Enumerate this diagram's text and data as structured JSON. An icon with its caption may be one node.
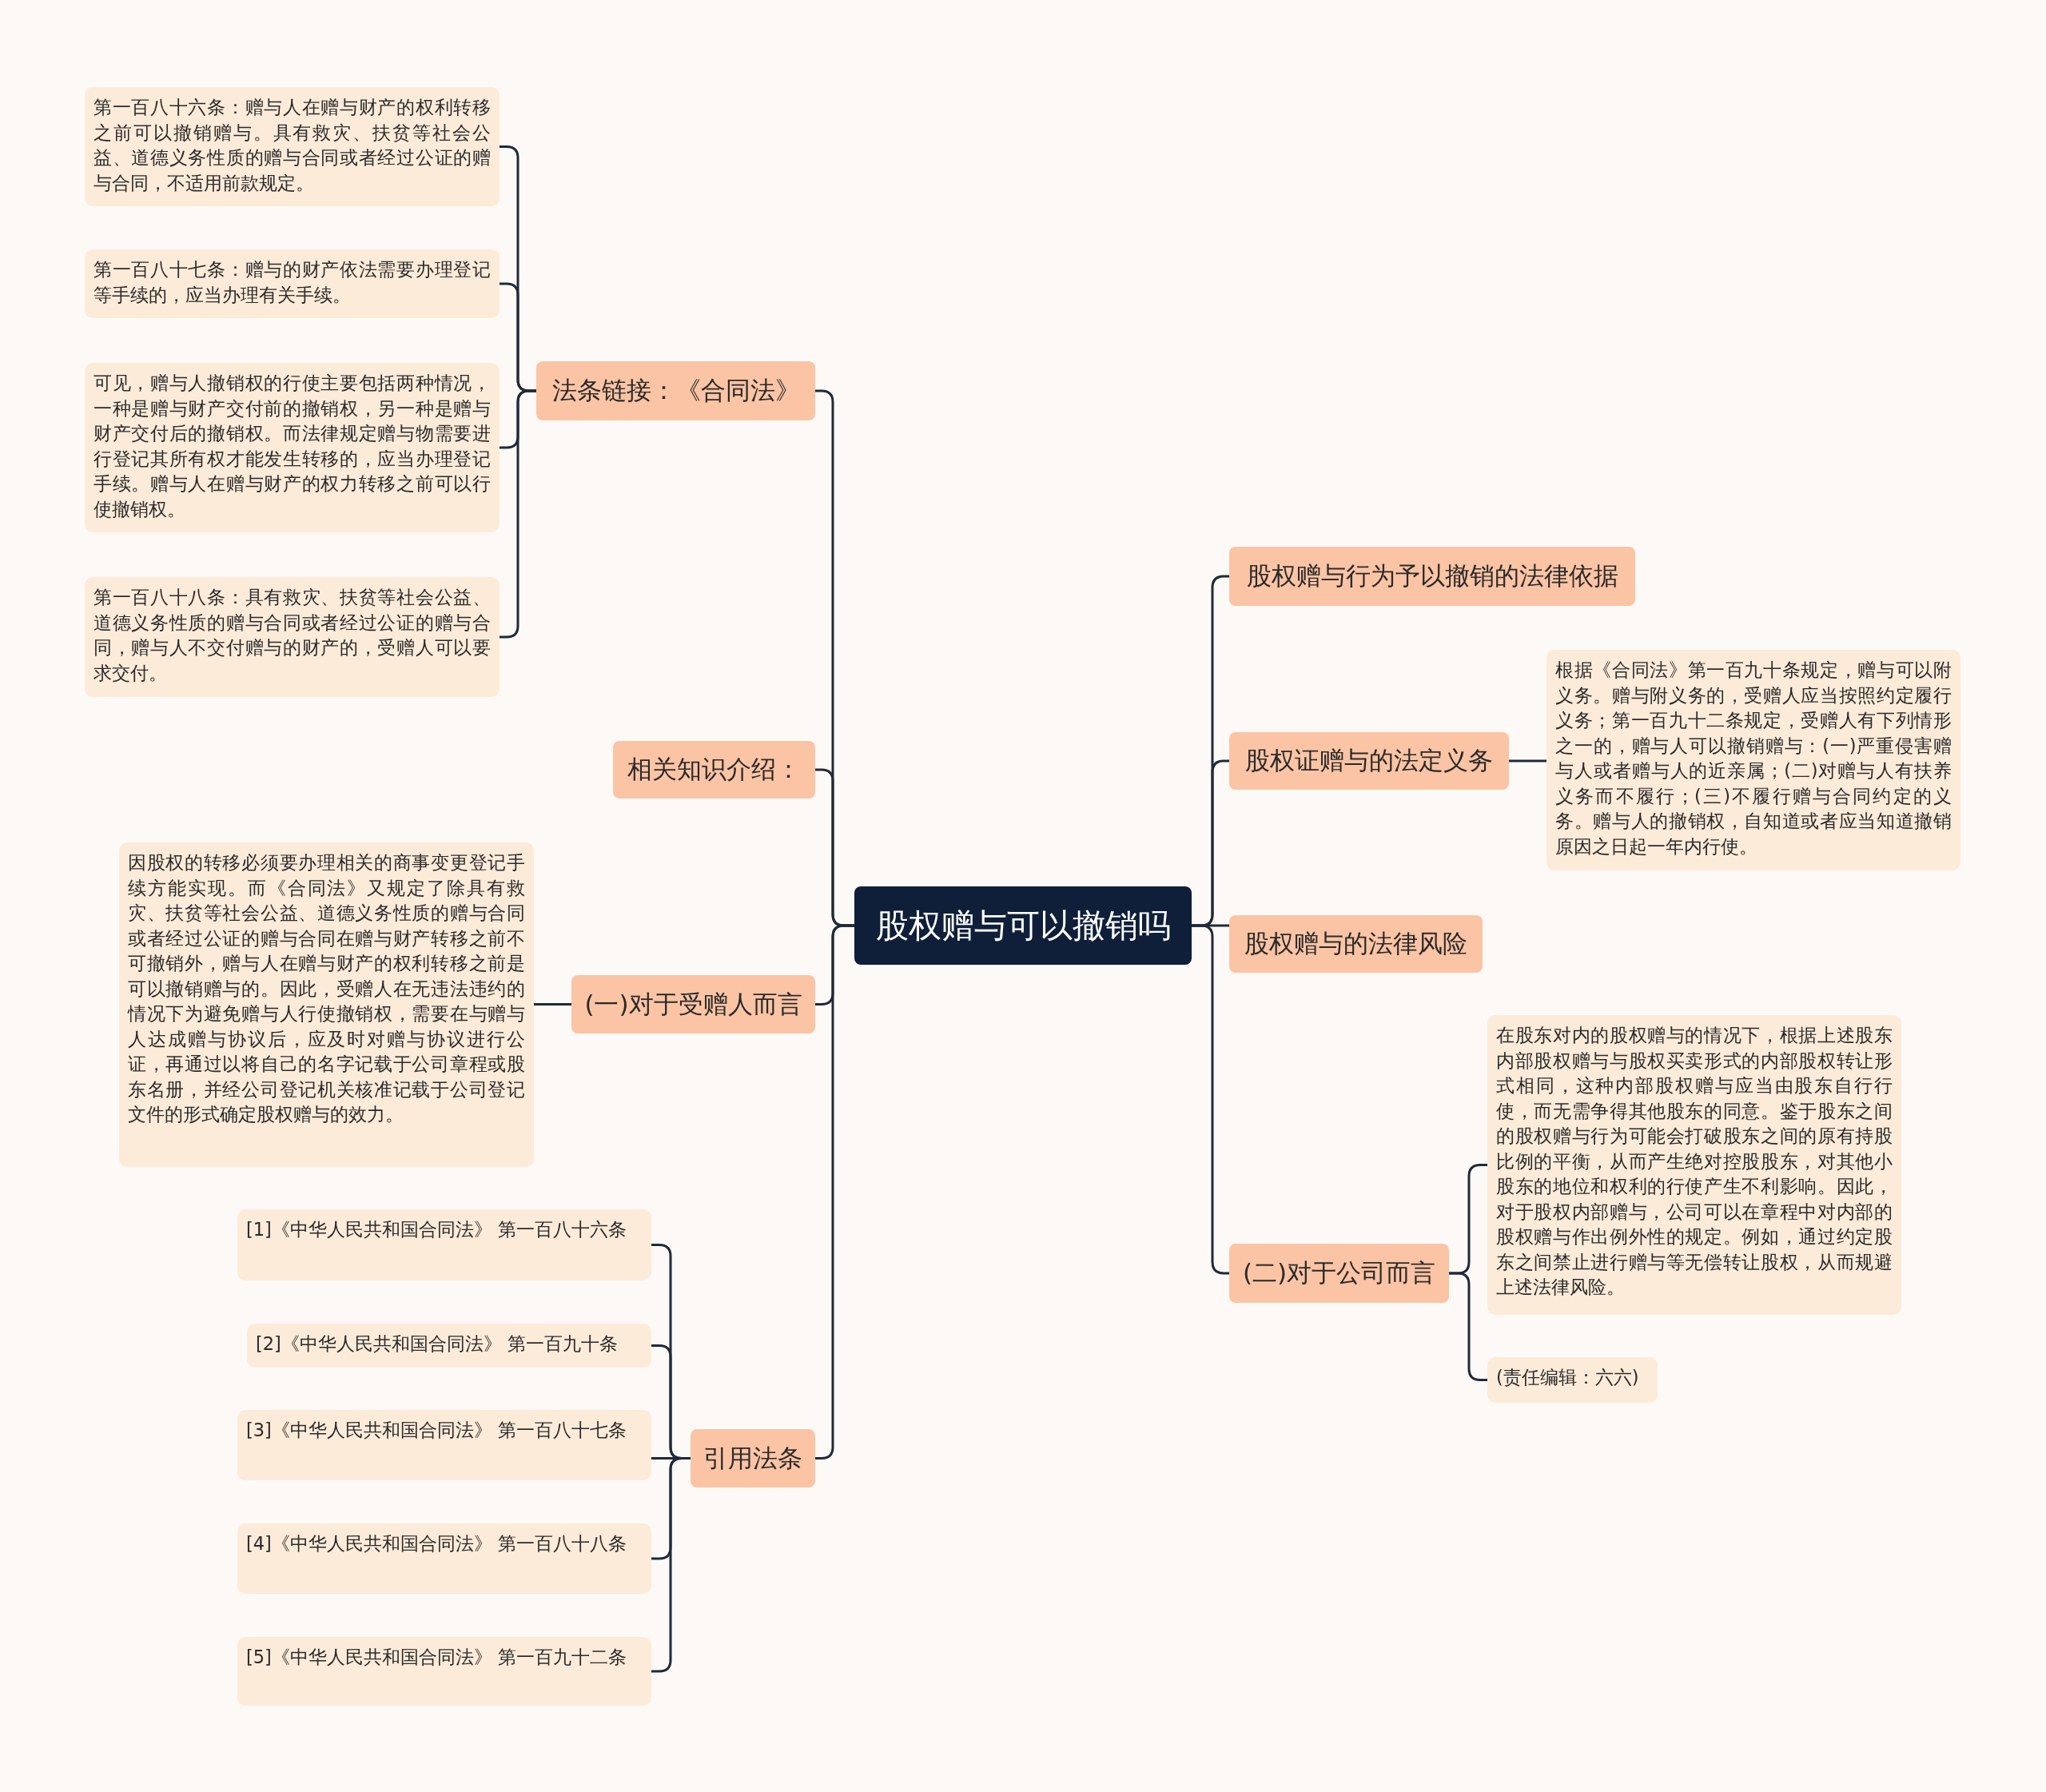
{
  "diagram": {
    "nodes": [
      {
        "text": [
          "股权赠与可以撤销吗"
        ]
      },
      {
        "text": [
          "法条链接：《合同法》"
        ]
      },
      {
        "text": [
          "第一百八十六条：赠与人在赠与财产的权利转移之前可以撤销赠与。具有救灾、扶贫等社会公益、道德义务性质的赠与合同或者经过公证的赠与合同，不适用前款规定。"
        ]
      },
      {
        "text": [
          "第一百八十七条：赠与的财产依法需要办理登记等手续的，应当办理有关手续。"
        ]
      },
      {
        "text": [
          "可见，赠与人撤销权的行使主要包括两种情况，一种是赠与财产交付前的撤销权，另一种是赠与财产交付后的撤销权。而法律规定赠与物需要进行登记其所有权才能发生转移的，应当办理登记手续。赠与人在赠与财产的权力转移之前可以行使撤销权。"
        ]
      },
      {
        "text": [
          "第一百八十八条：具有救灾、扶贫等社会公益、道德义务性质的赠与合同或者经过公证的赠与合同，赠与人不交付赠与的财产的，受赠人可以要求交付。"
        ]
      },
      {
        "text": [
          "相关知识介绍："
        ]
      },
      {
        "text": [
          "(一)对于受赠人而言"
        ]
      },
      {
        "text": [
          "因股权的转移必须要办理相关的商事变更登记手续方能实现。而《合同法》又规定了除具有救灾、扶贫等社会公益、道德义务性质的赠与合同或者经过公证的赠与合同在赠与财产转移之前不可撤销外，赠与人在赠与财产的权利转移之前是可以撤销赠与的。因此，受赠人在无违法违约的情况下为避免赠与人行使撤销权，需要在与赠与人达成赠与协议后，应及时对赠与协议进行公证，再通过以将自己的名字记载于公司章程或股东名册，并经公司登记机关核准记载于公司登记文件的形式确定股权赠与的效力。"
        ]
      },
      {
        "text": [
          "引用法条"
        ]
      },
      {
        "text": [
          "[1]《中华人民共和国合同法》 第一百八十六条"
        ]
      },
      {
        "text": [
          "[2]《中华人民共和国合同法》 第一百九十条"
        ]
      },
      {
        "text": [
          "[3]《中华人民共和国合同法》 第一百八十七条"
        ]
      },
      {
        "text": [
          "[4]《中华人民共和国合同法》 第一百八十八条"
        ]
      },
      {
        "text": [
          "[5]《中华人民共和国合同法》 第一百九十二条"
        ]
      },
      {
        "text": [
          "股权赠与行为予以撤销的法律依据"
        ]
      },
      {
        "text": [
          "股权证赠与的法定义务"
        ]
      },
      {
        "text": [
          "根据《合同法》第一百九十条规定，赠与可以附义务。赠与附义务的，受赠人应当按照约定履行义务；第一百九十二条规定，受赠人有下列情形之一的，赠与人可以撤销赠与：(一)严重侵害赠与人或者赠与人的近亲属；(二)对赠与人有扶养义务而不履行；(三)不履行赠与合同约定的义务。赠与人的撤销权，自知道或者应当知道撤销原因之日起一年内行使。"
        ]
      },
      {
        "text": [
          "股权赠与的法律风险"
        ]
      },
      {
        "text": [
          "(二)对于公司而言"
        ]
      },
      {
        "text": [
          "在股东对内的股权赠与的情况下，根据上述股东内部股权赠与与股权买卖形式的内部股权转让形式相同，这种内部股权赠与应当由股东自行行使，而无需争得其他股东的同意。鉴于股东之间的股权赠与行为可能会打破股东之间的原有持股比例的平衡，从而产生绝对控股股东，对其他小股东的地位和权利的行使产生不利影响。因此，对于股权内部赠与，公司可以在章程中对内部的股权赠与作出例外性的规定。例如，通过约定股东之间禁止进行赠与等无偿转让股权，从而规避上述法律风险。"
        ]
      },
      {
        "text": [
          "(责任编辑：六六)"
        ]
      }
    ],
    "edges": [
      {
        "from": 0,
        "to": 1,
        "arrow": "none"
      },
      {
        "from": 0,
        "to": 6,
        "arrow": "none"
      },
      {
        "from": 0,
        "to": 7,
        "arrow": "none"
      },
      {
        "from": 0,
        "to": 9,
        "arrow": "none"
      },
      {
        "from": 0,
        "to": 15,
        "arrow": "none"
      },
      {
        "from": 0,
        "to": 16,
        "arrow": "none"
      },
      {
        "from": 0,
        "to": 18,
        "arrow": "none"
      },
      {
        "from": 0,
        "to": 19,
        "arrow": "none"
      },
      {
        "from": 1,
        "to": 2,
        "arrow": "none"
      },
      {
        "from": 1,
        "to": 3,
        "arrow": "none"
      },
      {
        "from": 1,
        "to": 4,
        "arrow": "none"
      },
      {
        "from": 1,
        "to": 5,
        "arrow": "none"
      },
      {
        "from": 7,
        "to": 8,
        "arrow": "none"
      },
      {
        "from": 9,
        "to": 10,
        "arrow": "none"
      },
      {
        "from": 9,
        "to": 11,
        "arrow": "none"
      },
      {
        "from": 9,
        "to": 12,
        "arrow": "none"
      },
      {
        "from": 9,
        "to": 13,
        "arrow": "none"
      },
      {
        "from": 9,
        "to": 14,
        "arrow": "none"
      },
      {
        "from": 16,
        "to": 17,
        "arrow": "none"
      },
      {
        "from": 19,
        "to": 20,
        "arrow": "none"
      },
      {
        "from": 19,
        "to": 21,
        "arrow": "none"
      }
    ]
  }
}
